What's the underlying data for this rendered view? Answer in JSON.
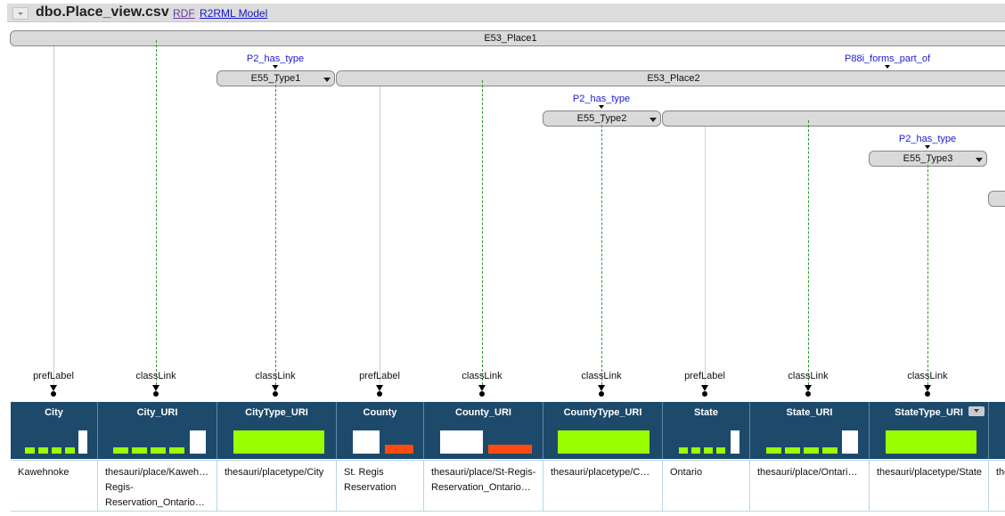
{
  "worksheet": {
    "title": "dbo.Place_view.csv",
    "links": [
      "RDF",
      "R2RML Model"
    ]
  },
  "nodes": {
    "place1": "E53_Place1",
    "type1": "E55_Type1",
    "place2": "E53_Place2",
    "type2": "E55_Type2",
    "place3": "",
    "type3": "E55_Type3",
    "place4": ""
  },
  "properties": {
    "type1": "P2_has_type",
    "place2": "P88i_forms_part_of",
    "type2": "P2_has_type",
    "type3": "P2_has_type"
  },
  "columns": [
    {
      "name": "City",
      "link": "prefLabel",
      "hist": "bars",
      "value": [
        "Kawehnoke"
      ]
    },
    {
      "name": "City_URI",
      "link": "classLink",
      "hist": "bars",
      "value": [
        "thesauri/place/Kaweh…",
        "Regis-",
        "Reservation_Ontario…"
      ]
    },
    {
      "name": "CityType_URI",
      "link": "classLink",
      "hist": "full",
      "value": [
        "thesauri/placetype/City"
      ]
    },
    {
      "name": "County",
      "link": "prefLabel",
      "hist": "two",
      "value": [
        "St. Regis",
        "Reservation"
      ]
    },
    {
      "name": "County_URI",
      "link": "classLink",
      "hist": "two",
      "value": [
        "thesauri/place/St-Regis-",
        "Reservation_Ontario…"
      ]
    },
    {
      "name": "CountyType_URI",
      "link": "classLink",
      "hist": "full",
      "value": [
        "thesauri/placetype/C…"
      ]
    },
    {
      "name": "State",
      "link": "prefLabel",
      "hist": "bars",
      "value": [
        "Ontario"
      ]
    },
    {
      "name": "State_URI",
      "link": "classLink",
      "hist": "bars",
      "value": [
        "thesauri/place/Ontari…"
      ]
    },
    {
      "name": "StateType_URI",
      "link": "classLink",
      "hist": "full",
      "value": [
        "thesauri/placetype/State"
      ]
    },
    {
      "name": "",
      "link": "",
      "hist": "none",
      "value": [
        "the"
      ]
    }
  ],
  "colors": {
    "header_bg": "#1d4a6b",
    "hist_green": "#99ff00",
    "hist_red": "#ff4a10",
    "class_link_dash": "#2a9a2a",
    "property_blue": "#1b1bd6",
    "rdf_link": "#6a3a9a",
    "r2rml_link": "#1515cc"
  },
  "icons": [
    "collapse-icon",
    "chevron-down-icon",
    "column-menu-icon"
  ]
}
